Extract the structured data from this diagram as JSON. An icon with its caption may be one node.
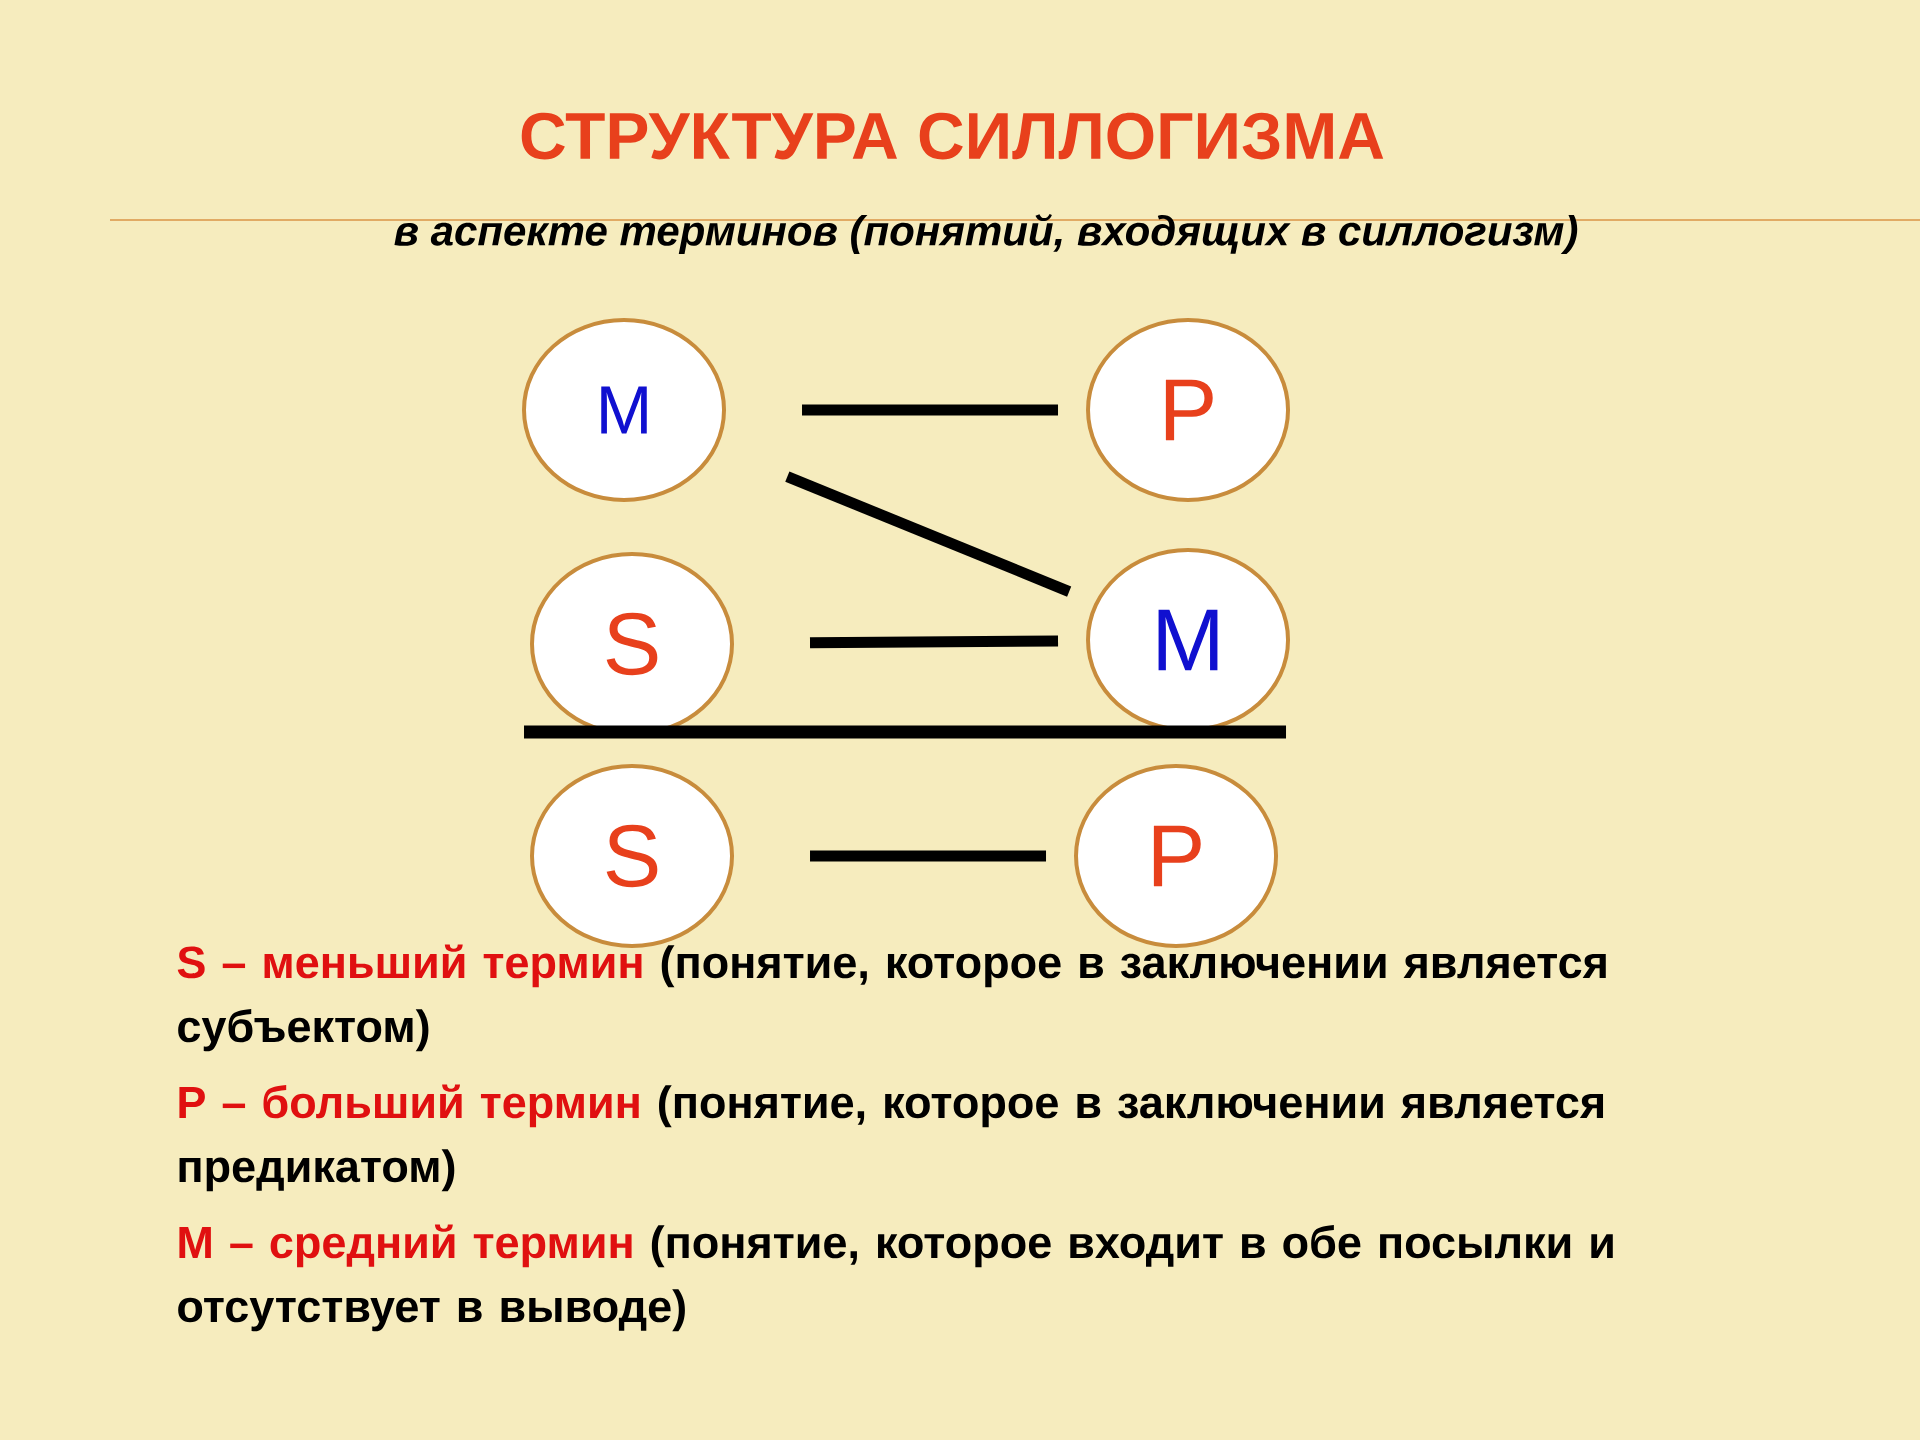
{
  "diagram": {
    "title": "СТРУКТУРА СИЛЛОГИЗМА",
    "nodes": [
      {
        "text": [
          "M"
        ]
      },
      {
        "text": [
          "P"
        ]
      },
      {
        "text": [
          "S"
        ]
      },
      {
        "text": [
          "M"
        ]
      },
      {
        "text": [
          "S"
        ]
      },
      {
        "text": [
          "P"
        ]
      }
    ],
    "edges": [
      {
        "from": 0,
        "to": 1,
        "arrow": "none"
      },
      {
        "from": 0,
        "to": 3,
        "arrow": "none"
      },
      {
        "from": 2,
        "to": 3,
        "arrow": "none"
      },
      {
        "from": 4,
        "to": 5,
        "arrow": "none"
      }
    ],
    "labels": [
      "в аспекте терминов (понятий, входящих в силлогизм)",
      "S – меньший термин",
      "(понятие, которое в заключении является субъектом)",
      "P – больший термин",
      "(понятие, которое в заключении является предикатом)",
      "M – средний термин",
      "(понятие, которое входит в обе посылки и отсутствует в выводе)"
    ]
  }
}
